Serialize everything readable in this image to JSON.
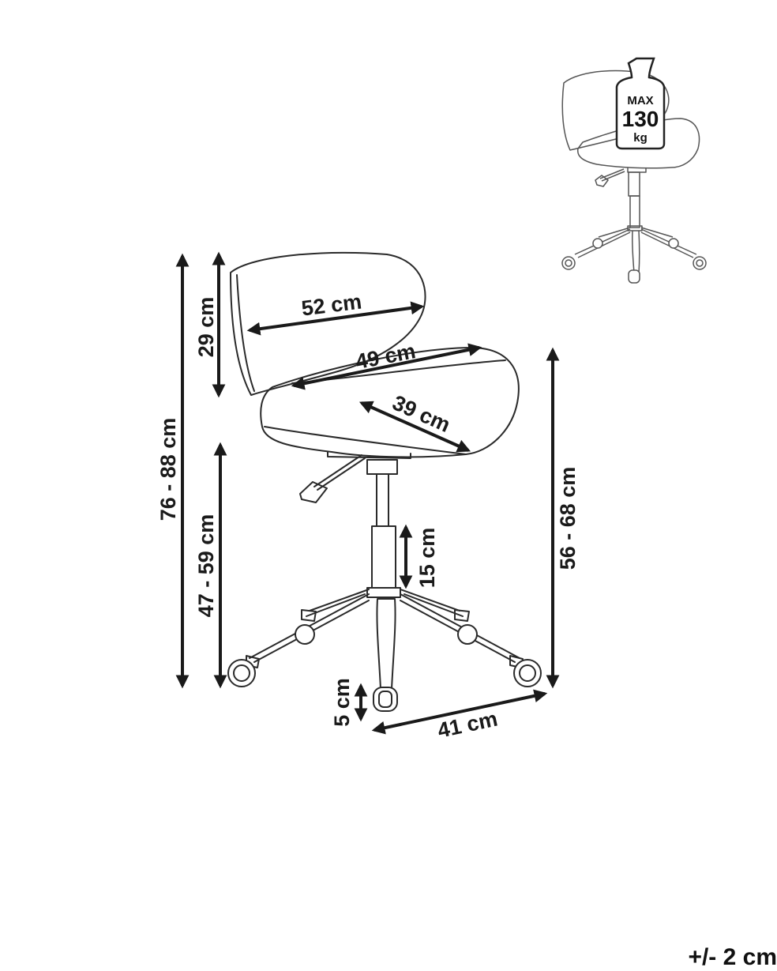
{
  "dimensions": {
    "total_height": "76 - 88 cm",
    "seat_height": "47 - 59 cm",
    "backrest_height": "29 cm",
    "backrest_width": "52 cm",
    "seat_width": "49 cm",
    "seat_depth": "39 cm",
    "gas_lift": "15 cm",
    "height_to_seat_front": "56 - 68 cm",
    "caster_height": "5 cm",
    "base_radius": "41 cm"
  },
  "load_badge": {
    "line1": "MAX",
    "line2": "130",
    "line3": "kg"
  },
  "tolerance": "+/- 2 cm",
  "colors": {
    "line": "#2a2a2a",
    "arrow": "#1a1a1a"
  }
}
